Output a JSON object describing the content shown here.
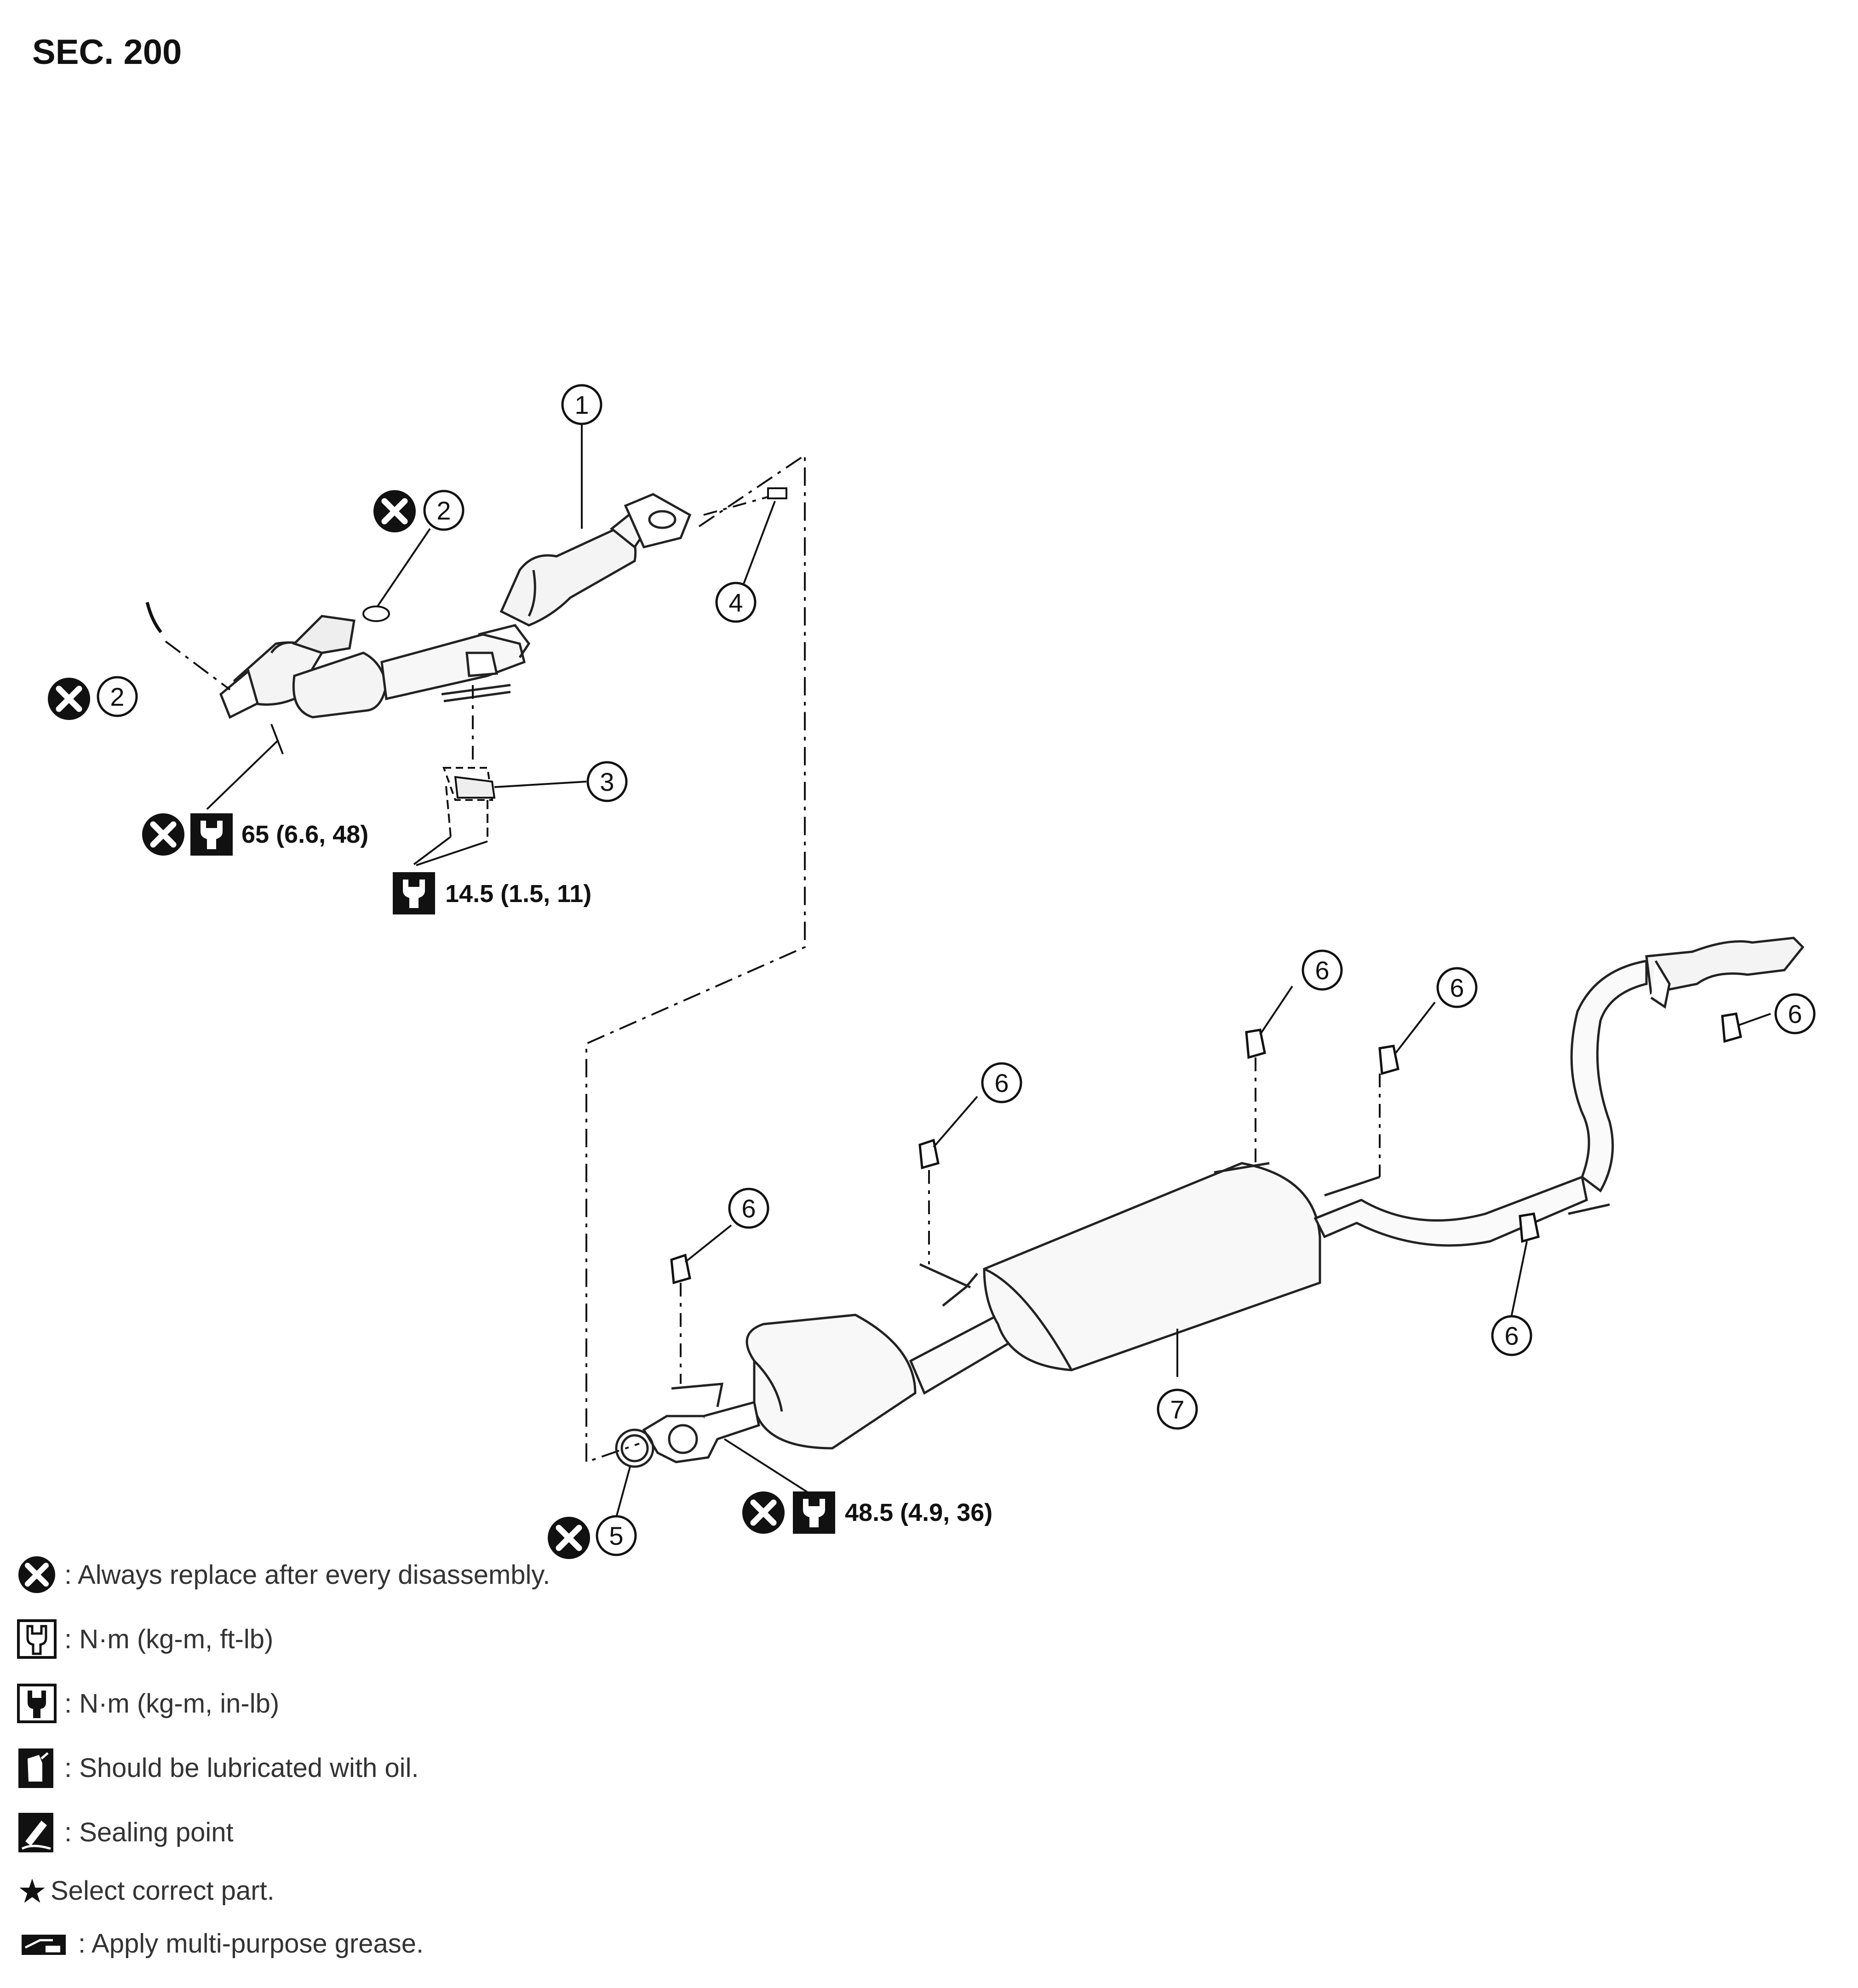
{
  "section_title": "SEC. 200",
  "callouts": {
    "c1": "1",
    "c2a": "2",
    "c2b": "2",
    "c3": "3",
    "c4": "4",
    "c5": "5",
    "c6a": "6",
    "c6b": "6",
    "c6c": "6",
    "c6d": "6",
    "c6e": "6",
    "c6f": "6",
    "c7": "7"
  },
  "torque": {
    "t1": "65 (6.6, 48)",
    "t2": "14.5 (1.5, 11)",
    "t3": "48.5 (4.9, 36)"
  },
  "legend": [
    {
      "icon": "replace-icon",
      "text": ": Always replace after every disassembly."
    },
    {
      "icon": "torque-ftlb-icon",
      "text": ": N·m (kg-m, ft-lb)"
    },
    {
      "icon": "torque-inlb-icon",
      "text": ": N·m (kg-m, in-lb)"
    },
    {
      "icon": "oil-icon",
      "text": ": Should be lubricated with oil."
    },
    {
      "icon": "sealing-icon",
      "text": ": Sealing point"
    },
    {
      "icon": "star-icon",
      "text": "Select correct part."
    },
    {
      "icon": "grease-icon",
      "text": ": Apply multi-purpose grease."
    }
  ]
}
